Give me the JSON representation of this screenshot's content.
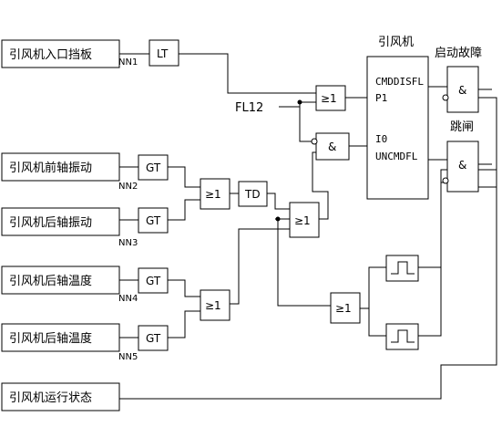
{
  "inputs": {
    "damper": "引风机入口挡板",
    "front_vib": "引风机前轴振动",
    "rear_vib": "引风机后轴振动",
    "temp1": "引风机后轴温度",
    "temp2": "引风机后轴温度",
    "run_state": "引风机运行状态"
  },
  "blocks": {
    "lt": "LT",
    "gt1": "GT",
    "gt2": "GT",
    "gt3": "GT",
    "gt4": "GT",
    "td": "TD",
    "or1": "≥1",
    "or2": "≥1",
    "or3": "≥1",
    "or4": "≥1",
    "or5": "≥1",
    "and1": "&",
    "and2": "&",
    "and3": "&"
  },
  "signals": {
    "nn1": "NN1",
    "nn2": "NN2",
    "nn3": "NN3",
    "nn4": "NN4",
    "nn5": "NN5",
    "fl12": "FL12"
  },
  "fan_block": {
    "title": "引风机",
    "cmd": "CMDDISFL",
    "p1": "P1",
    "i0": "I0",
    "uncmd": "UNCMDFL"
  },
  "outputs": {
    "start_fault": "启动故障",
    "trip": "跳闸"
  }
}
